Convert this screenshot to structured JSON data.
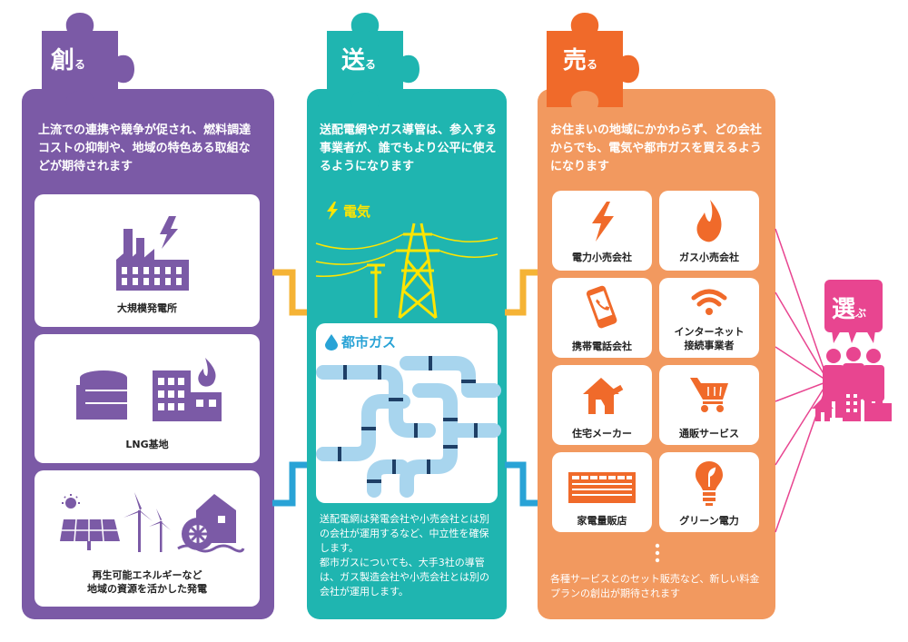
{
  "create": {
    "title": "創",
    "title_suffix": "る",
    "description": "上流での連携や競争が促され、燃料調達コストの抑制や、地域の特色ある取組などが期待されます",
    "items": [
      {
        "label": "大規模発電所"
      },
      {
        "label": "LNG基地"
      },
      {
        "label": "再生可能エネルギーなど\n地域の資源を活かした発電"
      }
    ]
  },
  "send": {
    "title": "送",
    "title_suffix": "る",
    "description": "送配電網やガス導管は、参入する事業者が、誰でもより公平に使えるようになります",
    "electricity_label": "電気",
    "gas_label": "都市ガス",
    "note": "送配電網は発電会社や小売会社とは別の会社が運用するなど、中立性を確保します。\n都市ガスについても、大手3社の導管は、ガス製造会社や小売会社とは別の会社が運用します。"
  },
  "sell": {
    "title": "売",
    "title_suffix": "る",
    "description": "お住まいの地域にかかわらず、どの会社からでも、電気や都市ガスを買えるようになります",
    "items": [
      {
        "label": "電力小売会社",
        "icon": "lightning-icon"
      },
      {
        "label": "ガス小売会社",
        "icon": "flame-icon"
      },
      {
        "label": "携帯電話会社",
        "icon": "smartphone-icon"
      },
      {
        "label": "インターネット\n接続事業者",
        "icon": "wifi-icon"
      },
      {
        "label": "住宅メーカー",
        "icon": "house-hammer-icon"
      },
      {
        "label": "通販サービス",
        "icon": "cart-icon"
      },
      {
        "label": "家電量販店",
        "icon": "store-icon"
      },
      {
        "label": "グリーン電力",
        "icon": "bulb-icon"
      }
    ],
    "note": "各種サービスとのセット販売など、新しい料金プランの創出が期待されます"
  },
  "choose": {
    "title": "選",
    "title_suffix": "ぶ"
  },
  "colors": {
    "purple": "#7b5aa6",
    "teal": "#1fb5b0",
    "orange": "#f2995f",
    "pink": "#e84590",
    "connector_yellow": "#f5b335",
    "connector_blue": "#29a3d6"
  }
}
